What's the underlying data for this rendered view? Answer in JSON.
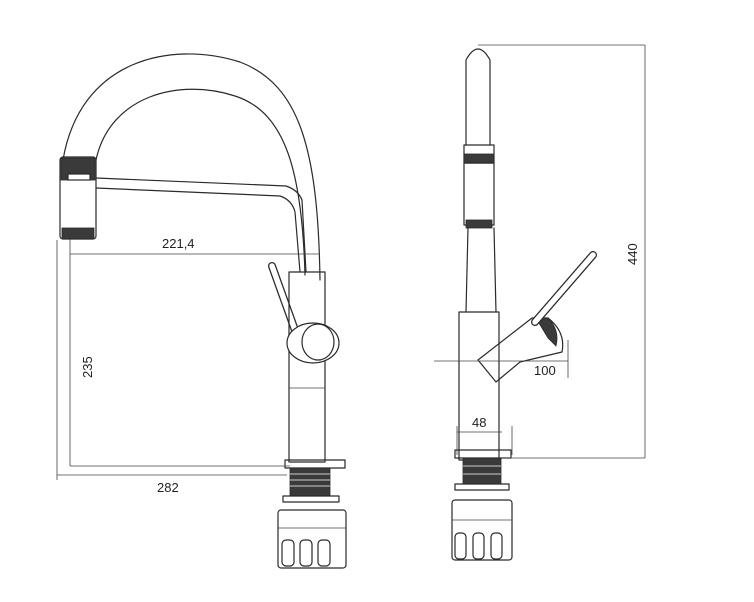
{
  "dimensions": {
    "spout_reach": "221,4",
    "outlet_height": "235",
    "total_reach": "282",
    "body_diameter": "48",
    "handle_offset": "100",
    "total_height": "440"
  }
}
